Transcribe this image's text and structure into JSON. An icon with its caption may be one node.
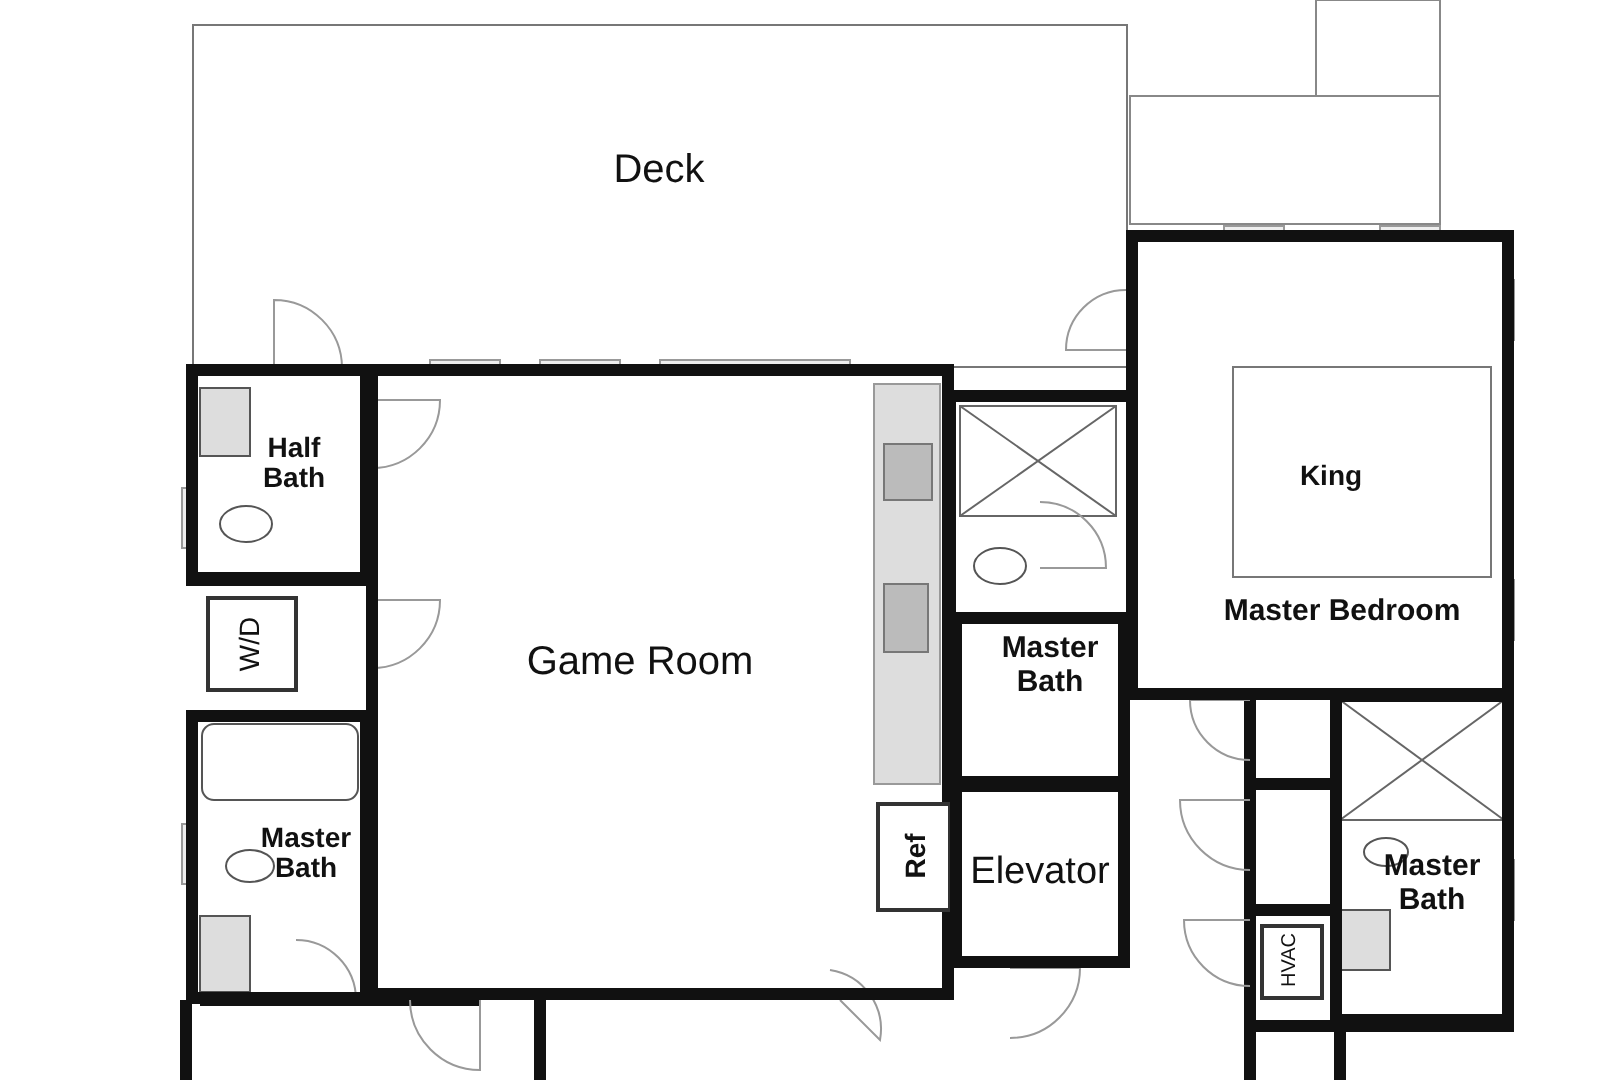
{
  "diagram": {
    "nodes": [
      {
        "text": [
          "Deck"
        ]
      },
      {
        "text": [
          "Master Bedroom"
        ]
      },
      {
        "text": [
          "King"
        ],
        "in": 1
      },
      {
        "text": [
          "Half Bath"
        ]
      },
      {
        "text": [
          "W/D"
        ]
      },
      {
        "text": [
          "Game Room"
        ]
      },
      {
        "text": [
          "Master Bath"
        ]
      },
      {
        "text": [
          "Ref"
        ],
        "in": 5
      },
      {
        "text": [
          "Elevator"
        ]
      },
      {
        "text": [
          "Master Bath"
        ]
      },
      {
        "text": [
          "Master Bath"
        ]
      },
      {
        "text": [
          "HVAC"
        ]
      }
    ]
  }
}
